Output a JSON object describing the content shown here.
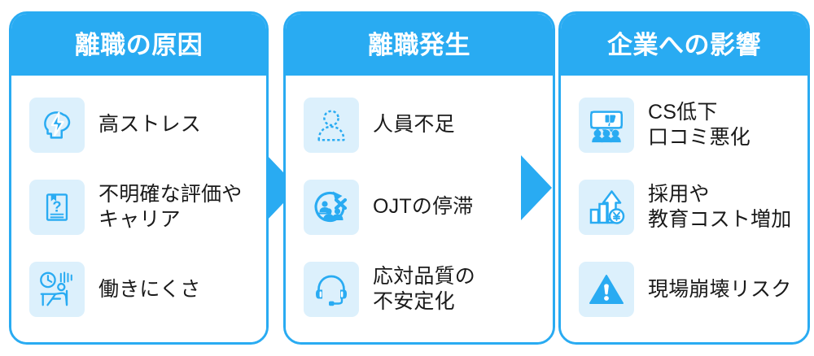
{
  "theme": {
    "accent": "#29ABF2",
    "icon_tile_bg": "#DCF0FC",
    "panel_bg": "#FFFFFF",
    "text": "#1A1A1A",
    "header_text": "#FFFFFF"
  },
  "panels": [
    {
      "id": "causes",
      "title": "離職の原因",
      "items": [
        {
          "icon": "head-lightning-icon",
          "label": "高ストレス"
        },
        {
          "icon": "document-question-icon",
          "label": "不明確な評価や\nキャリア"
        },
        {
          "icon": "clock-desk-worker-icon",
          "label": "働きにくさ"
        }
      ]
    },
    {
      "id": "occurrence",
      "title": "離職発生",
      "items": [
        {
          "icon": "dashed-person-icon",
          "label": "人員不足"
        },
        {
          "icon": "training-cycle-blocked-icon",
          "label": "OJTの停滞"
        },
        {
          "icon": "headset-icon",
          "label": "応対品質の\n不安定化"
        }
      ]
    },
    {
      "id": "impact",
      "title": "企業への影響",
      "items": [
        {
          "icon": "thumbs-down-review-icon",
          "label": "CS低下\n口コミ悪化"
        },
        {
          "icon": "rising-cost-yen-icon",
          "label": "採用や\n教育コスト増加"
        },
        {
          "icon": "warning-triangle-icon",
          "label": "現場崩壊リスク"
        }
      ]
    }
  ],
  "connectors": [
    {
      "name": "arrow-causes-to-occurrence"
    },
    {
      "name": "arrow-occurrence-to-impact"
    }
  ]
}
